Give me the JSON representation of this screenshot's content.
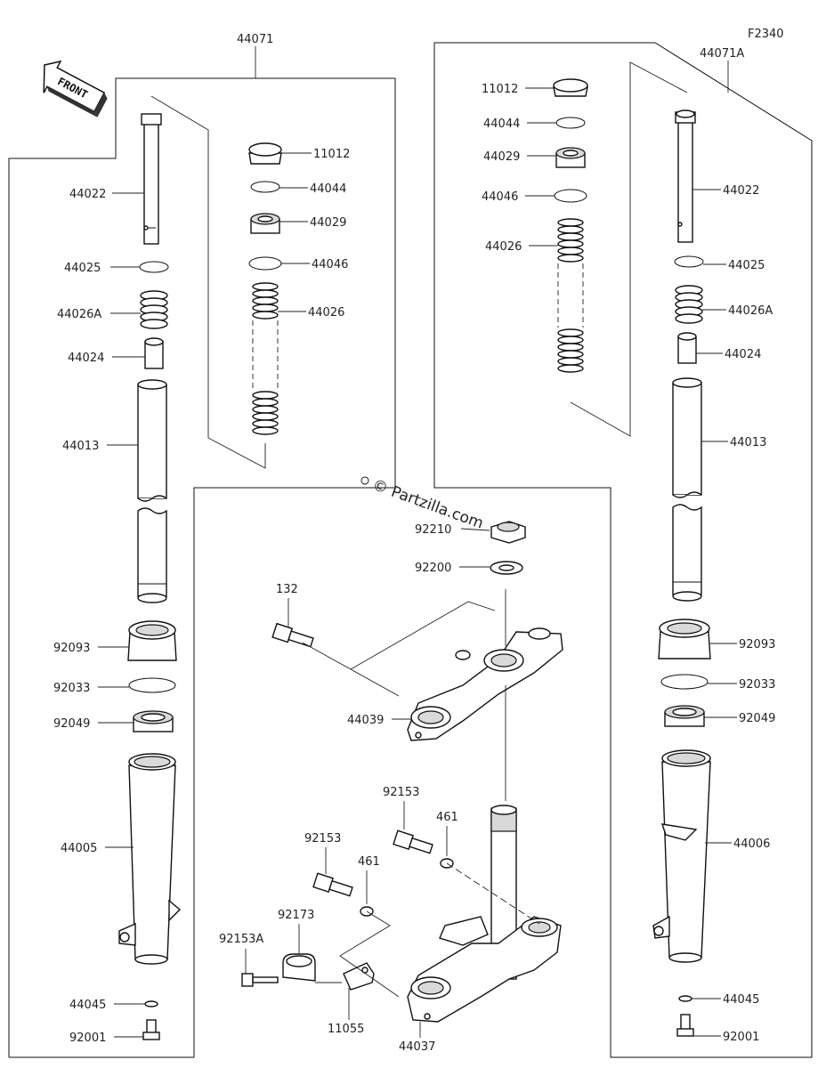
{
  "figure_code": "F2340",
  "watermark": "© Partzilla.com",
  "front_arrow": "FRONT",
  "left_fork": {
    "assembly": "44071",
    "parts": [
      "11012",
      "44044",
      "44029",
      "44046",
      "44026",
      "44022",
      "44025",
      "44026A",
      "44024",
      "44013",
      "92093",
      "92033",
      "92049",
      "44005",
      "44045",
      "92001"
    ]
  },
  "right_fork": {
    "assembly": "44071A",
    "parts": [
      "11012",
      "44044",
      "44029",
      "44046",
      "44026",
      "44022",
      "44025",
      "44026A",
      "44024",
      "44013",
      "92093",
      "92033",
      "92049",
      "44006",
      "44045",
      "92001"
    ]
  },
  "steering": {
    "parts": [
      "92210",
      "92200",
      "132",
      "44039",
      "92153",
      "461",
      "92153",
      "461",
      "92173",
      "92153A",
      "11055",
      "44037"
    ]
  }
}
